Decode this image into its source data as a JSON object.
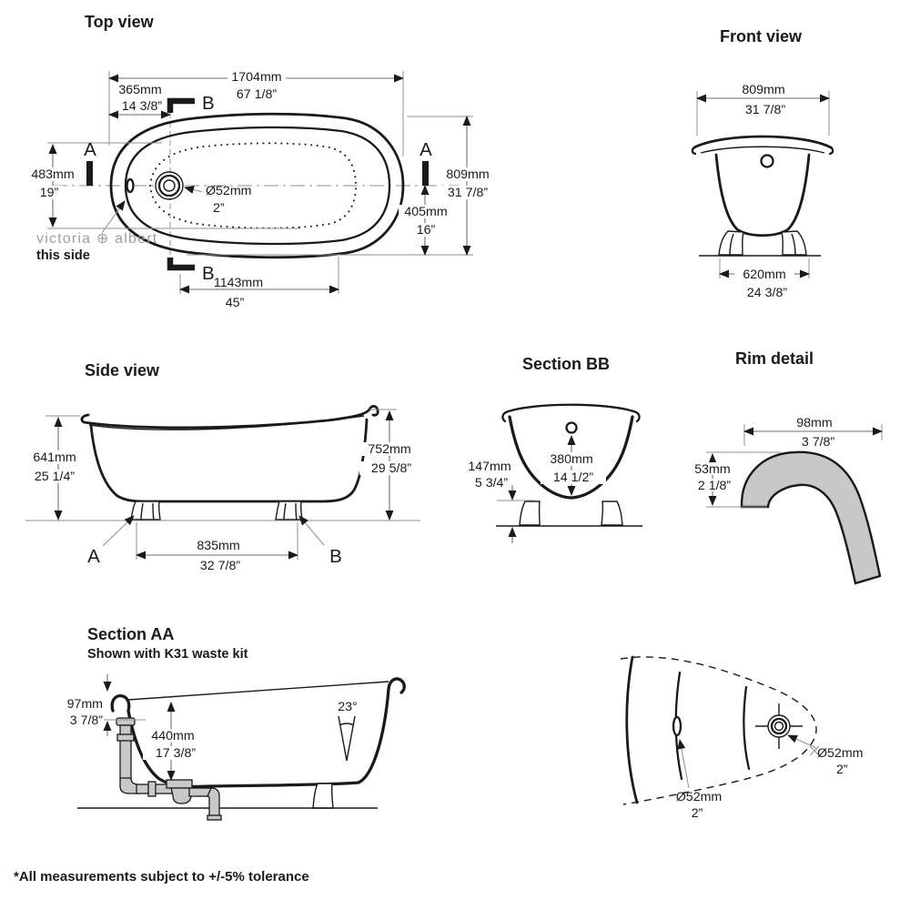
{
  "colors": {
    "line": "#1a1a1a",
    "dim_line": "#6e6e6e",
    "rim_fill": "#c8c8c8",
    "logo_gray": "#9e9e9e"
  },
  "markers": {
    "a": "A",
    "b": "B"
  },
  "brand": {
    "logo": "victoria ⊕ albert",
    "this_side_label": "this side"
  },
  "footer": {
    "note": "*All measurements subject to +/-5% tolerance"
  },
  "views": {
    "top_view": {
      "title": "Top view",
      "dim_length": {
        "mm": "1704mm",
        "in": "67 1/8”"
      },
      "dim_drain_offset": {
        "mm": "365mm",
        "in": "14 3/8”"
      },
      "dim_end_width": {
        "mm": "483mm",
        "in": "19”"
      },
      "dim_width": {
        "mm": "809mm",
        "in": "31 7/8”"
      },
      "dim_half_width": {
        "mm": "405mm",
        "in": "16”"
      },
      "dim_drain_length": {
        "mm": "1143mm",
        "in": "45”"
      },
      "dim_drain_dia": {
        "mm": "Ø52mm",
        "in": "2”"
      }
    },
    "front_view": {
      "title": "Front view",
      "dim_width": {
        "mm": "809mm",
        "in": "31 7/8”"
      },
      "dim_feet_width": {
        "mm": "620mm",
        "in": "24 3/8”"
      }
    },
    "side_view": {
      "title": "Side view",
      "dim_height_low": {
        "mm": "641mm",
        "in": "25 1/4”"
      },
      "dim_height_high": {
        "mm": "752mm",
        "in": "29 5/8”"
      },
      "dim_feet_span": {
        "mm": "835mm",
        "in": "32 7/8”"
      }
    },
    "section_bb": {
      "title": "Section BB",
      "dim_floor_clearance": {
        "mm": "147mm",
        "in": "5 3/4”"
      },
      "dim_depth": {
        "mm": "380mm",
        "in": "14 1/2”"
      }
    },
    "rim_detail": {
      "title": "Rim detail",
      "dim_rim_width": {
        "mm": "98mm",
        "in": "3 7/8”"
      },
      "dim_rim_height": {
        "mm": "53mm",
        "in": "2 1/8”"
      }
    },
    "section_aa": {
      "title": "Section AA",
      "subtitle": "Shown with K31 waste kit",
      "dim_rim_drop": {
        "mm": "97mm",
        "in": "3 7/8”"
      },
      "dim_water_depth": {
        "mm": "440mm",
        "in": "17 3/8”"
      },
      "angle_backrest": "23°"
    },
    "waste_detail": {
      "dim_overflow_dia": {
        "mm": "Ø52mm",
        "in": "2”"
      },
      "dim_drain_dia": {
        "mm": "Ø52mm",
        "in": "2”"
      }
    }
  }
}
